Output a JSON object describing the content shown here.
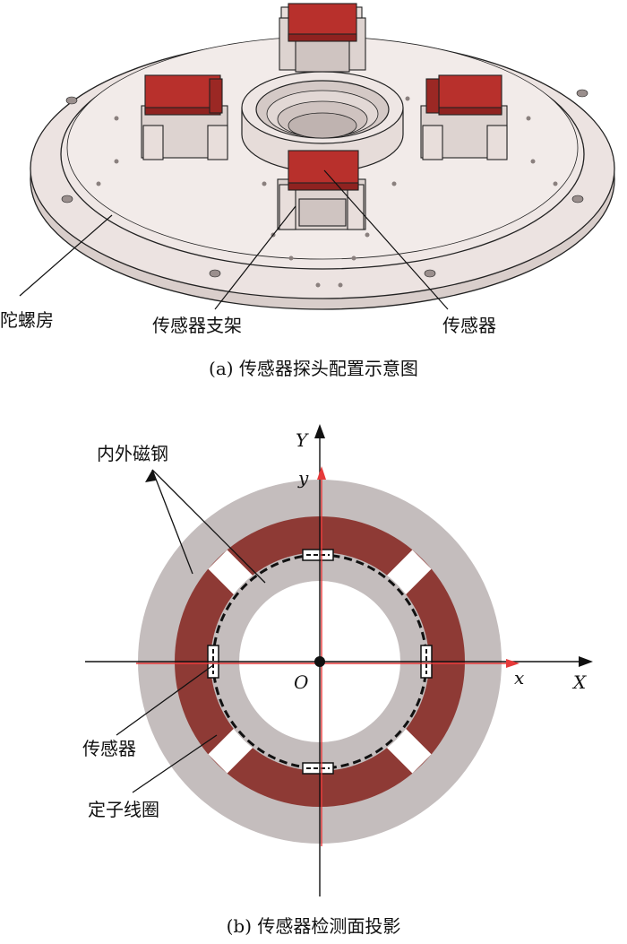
{
  "figure_a": {
    "caption": "(a) 传感器探头配置示意图",
    "labels": {
      "housing": "陀螺房",
      "bracket": "传感器支架",
      "sensor": "传感器"
    }
  },
  "figure_b": {
    "caption": "(b) 传感器检测面投影",
    "labels": {
      "magnets": "内外磁钢",
      "sensor": "传感器",
      "stator": "定子线圈"
    },
    "axes": {
      "X": "X",
      "Y": "Y",
      "x": "x",
      "y": "y",
      "origin": "O"
    }
  },
  "colors": {
    "housing": "#ece3e1",
    "sensor_red": "#b8302c",
    "magnet_gray": "#c4bdbd",
    "stator_red": "#8e3a35",
    "axis_red": "#e63a3a"
  }
}
